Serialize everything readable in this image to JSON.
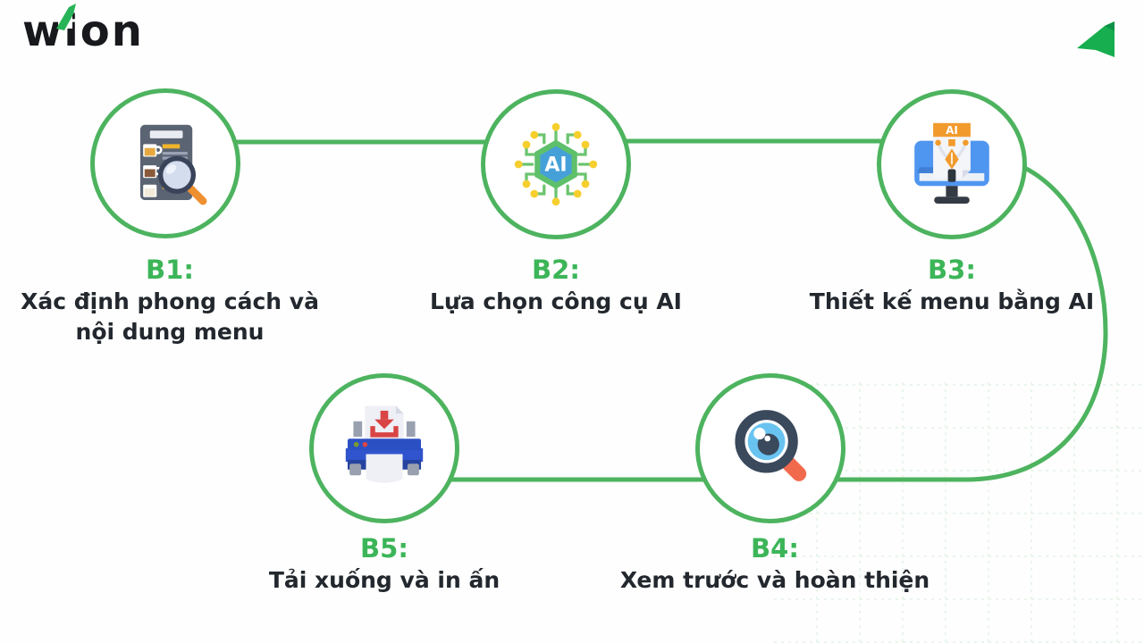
{
  "brand": {
    "logo_text": "wion",
    "logo_arrow_icon": "green-up-right-arrow",
    "corner_icon": "green-send-arrow"
  },
  "colors": {
    "accent_green": "#4DB35F",
    "label_green": "#3CB558",
    "text_dark": "#23272E",
    "grid_green": "#E4F2E6",
    "background": "#FDFEFD"
  },
  "steps": [
    {
      "id": "B1",
      "label": "B1:",
      "title": "Xác định phong cách và nội dung menu",
      "icon": "menu-search-icon"
    },
    {
      "id": "B2",
      "label": "B2:",
      "title": "Lựa chọn công cụ AI",
      "icon": "ai-chip-icon"
    },
    {
      "id": "B3",
      "label": "B3:",
      "title": "Thiết kế menu bằng AI",
      "icon": "ai-design-monitor-icon"
    },
    {
      "id": "B4",
      "label": "B4:",
      "title": "Xem trước và hoàn thiện",
      "icon": "preview-eye-magnifier-icon"
    },
    {
      "id": "B5",
      "label": "B5:",
      "title": "Tải xuống và in ấn",
      "icon": "printer-download-icon"
    }
  ],
  "icon_texts": {
    "ai_chip": "AI",
    "ai_doc": "AI"
  }
}
